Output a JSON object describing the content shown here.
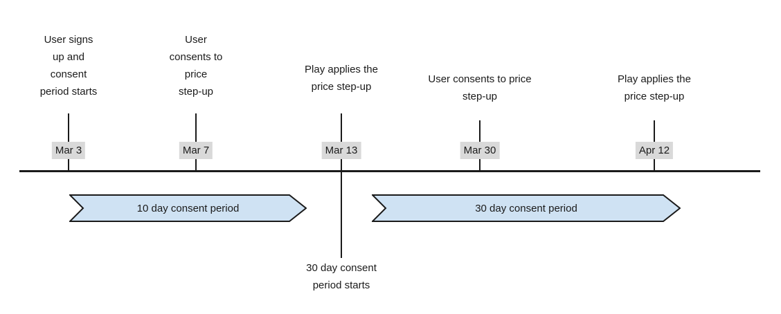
{
  "colors": {
    "background": "#ffffff",
    "line": "#1a1a1a",
    "date_badge_bg": "#d9d9d9",
    "period_fill": "#cfe2f3",
    "period_stroke": "#1a1a1a"
  },
  "events": [
    {
      "date": "Mar 3",
      "label": "User signs\nup and\nconsent\nperiod starts"
    },
    {
      "date": "Mar 7",
      "label": "User\nconsents to\nprice\nstep-up"
    },
    {
      "date": "Mar 13",
      "label": "Play applies the\nprice step-up",
      "note": "30 day consent\nperiod starts"
    },
    {
      "date": "Mar 30",
      "label": "User consents to price\nstep-up"
    },
    {
      "date": "Apr 12",
      "label": "Play applies the\nprice step-up"
    }
  ],
  "periods": [
    {
      "label": "10 day consent period"
    },
    {
      "label": "30 day consent period"
    }
  ]
}
